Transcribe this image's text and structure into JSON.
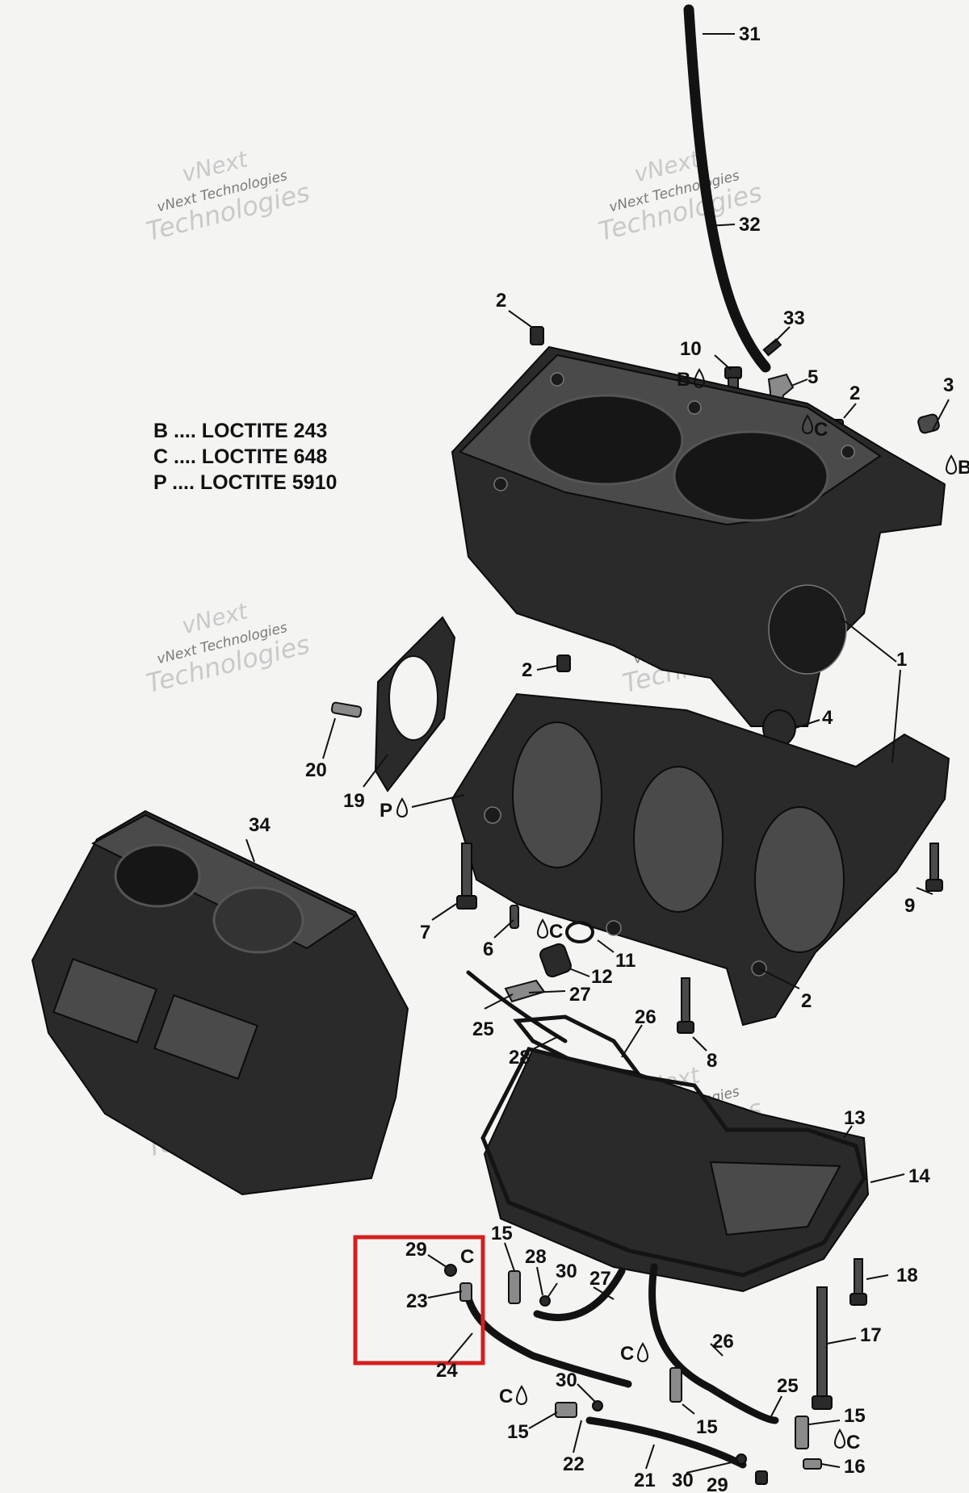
{
  "legend": [
    {
      "code": "B",
      "text": "B .... LOCTITE 243"
    },
    {
      "code": "C",
      "text": "C .... LOCTITE 648"
    },
    {
      "code": "P",
      "text": "P .... LOCTITE 5910"
    }
  ],
  "watermark": {
    "line1": "vNext",
    "line2": "vNext Technologies",
    "line3": "Technologies"
  },
  "callouts": [
    "31",
    "32",
    "33",
    "10",
    "5",
    "2",
    "3",
    "1",
    "4",
    "20",
    "19",
    "34",
    "7",
    "6",
    "11",
    "12",
    "9",
    "8",
    "25",
    "27",
    "26",
    "28",
    "13",
    "14",
    "15",
    "28",
    "30",
    "27",
    "29",
    "23",
    "24",
    "26",
    "18",
    "17",
    "30",
    "15",
    "25",
    "21",
    "22",
    "16"
  ],
  "codes": {
    "B": "B",
    "C": "C",
    "P": "P"
  },
  "colors": {
    "highlight": "#d41f1f",
    "ink": "#111111",
    "background": "#f4f4f2"
  }
}
